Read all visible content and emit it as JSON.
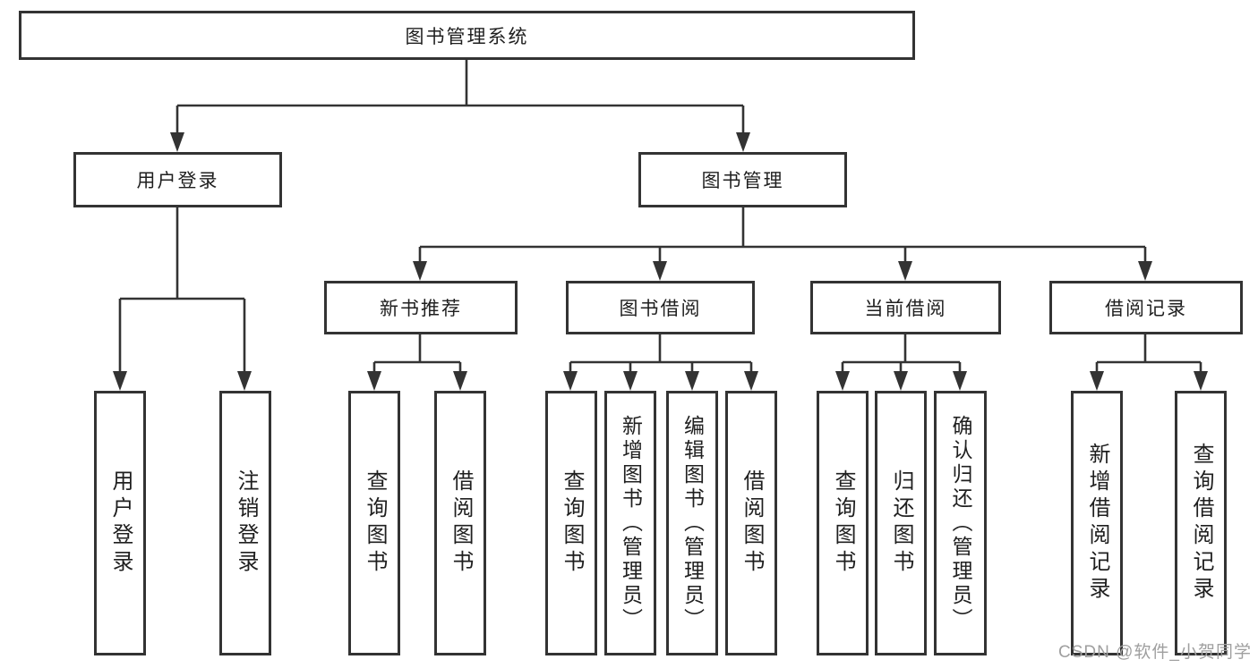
{
  "colors": {
    "line": "#333333",
    "border": "#333333",
    "text": "#1f1f1f",
    "box_background": "#ffffff",
    "watermark": "#9f9f9f"
  },
  "nodes": {
    "root": "图书管理系统",
    "level1": [
      "用户登录",
      "图书管理"
    ],
    "level2": [
      "新书推荐",
      "图书借阅",
      "当前借阅",
      "借阅记录"
    ],
    "leaves": [
      "用户登录",
      "注销登录",
      "查询图书",
      "借阅图书",
      "查询图书",
      "新增图书（管理员）",
      "编辑图书（管理员）",
      "借阅图书",
      "查询图书",
      "归还图书",
      "确认归还（管理员）",
      "新增借阅记录",
      "查询借阅记录"
    ]
  },
  "structure": {
    "图书管理系统": [
      "用户登录",
      "图书管理"
    ],
    "用户登录": [
      "用户登录",
      "注销登录"
    ],
    "图书管理": [
      "新书推荐",
      "图书借阅",
      "当前借阅",
      "借阅记录"
    ],
    "新书推荐": [
      "查询图书",
      "借阅图书"
    ],
    "图书借阅": [
      "查询图书",
      "新增图书（管理员）",
      "编辑图书（管理员）",
      "借阅图书"
    ],
    "当前借阅": [
      "查询图书",
      "归还图书",
      "确认归还（管理员）"
    ],
    "借阅记录": [
      "新增借阅记录",
      "查询借阅记录"
    ]
  },
  "watermark": {
    "text": "CSDN @软件_小贺同学"
  }
}
